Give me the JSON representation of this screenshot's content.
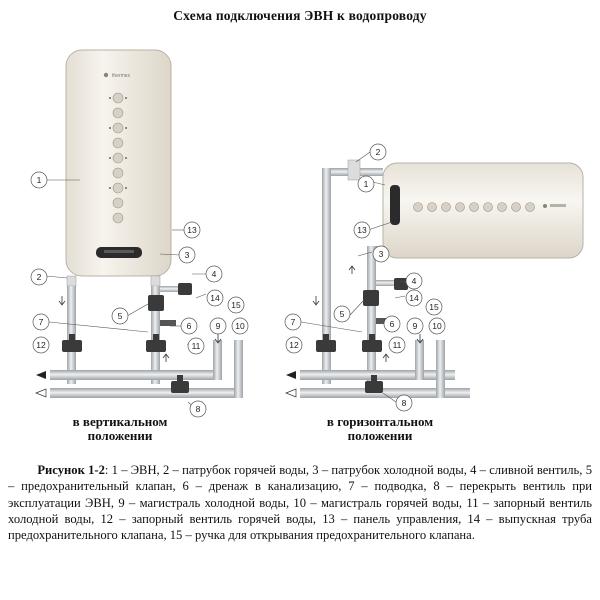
{
  "title": "Схема подключения ЭВН к водопроводу",
  "brand": "thermex",
  "captions": {
    "left_line1": "в вертикальном",
    "left_line2": "положении",
    "right_line1": "в горизонтальном",
    "right_line2": "положении"
  },
  "callouts_left": [
    "1",
    "2",
    "3",
    "4",
    "5",
    "6",
    "7",
    "8",
    "9",
    "10",
    "11",
    "12",
    "13",
    "14",
    "15"
  ],
  "callouts_right": [
    "1",
    "2",
    "3",
    "4",
    "5",
    "6",
    "7",
    "8",
    "9",
    "10",
    "11",
    "12",
    "13",
    "14",
    "15"
  ],
  "legend": {
    "label": "Рисунок 1-2",
    "text": ": 1 – ЭВН, 2 – патрубок горячей воды, 3 – патрубок холодной воды, 4 – сливной вентиль, 5 – предохранительный клапан, 6 – дренаж в канализацию, 7 – подводка, 8 – перекрыть вентиль при эксплуатации ЭВН, 9 – магистраль холодной воды, 10 – магистраль горячей воды, 11 – запорный вентиль холодной воды, 12 – запорный вентиль горячей воды, 13 – панель управления, 14 – выпускная труба предохранительного клапана, 15 – ручка для открывания предохранительного клапана."
  },
  "colors": {
    "heater_body": "#f1ede6",
    "heater_edge": "#b8b2a6",
    "pipe": "#c9cccf",
    "pipe_edge": "#8e9396",
    "valve": "#3a3a3a",
    "panel": "#2b2b2b"
  }
}
